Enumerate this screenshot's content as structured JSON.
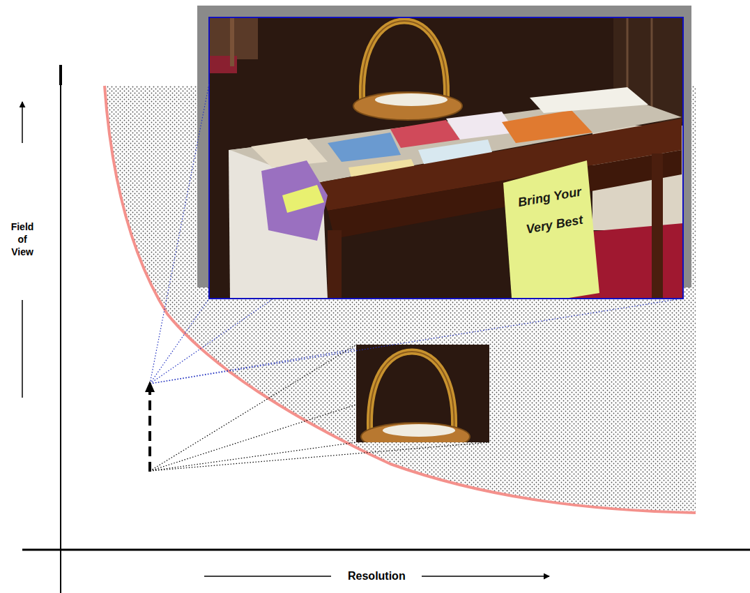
{
  "diagram": {
    "labels": [
      "Field of View",
      "Resolution",
      "Bring Your Very Best"
    ]
  }
}
